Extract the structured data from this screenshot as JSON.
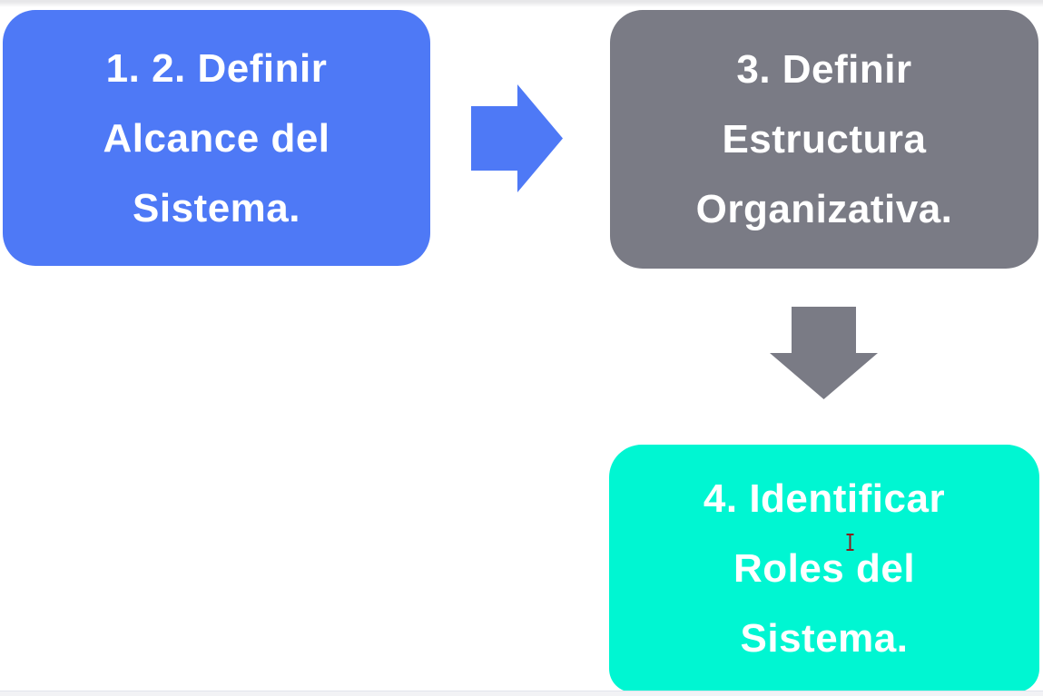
{
  "canvas": {
    "background": "#ffffff",
    "top_edge_color": "#e7e7e9",
    "bottom_strip_color": "#f2f2f5"
  },
  "diagram": {
    "steps": [
      {
        "label": "1. 2. Definir Alcance del Sistema.",
        "lines": [
          "1. 2. Definir",
          "Alcance del",
          "Sistema."
        ],
        "fill": "#4e79f6",
        "text_color": "#ffffff"
      },
      {
        "label": "3. Definir Estructura Organizativa.",
        "lines": [
          "3. Definir",
          "Estructura",
          "Organizativa."
        ],
        "fill": "#7a7b85",
        "text_color": "#ffffff"
      },
      {
        "label": "4. Identificar Roles del Sistema.",
        "lines": [
          "4. Identificar",
          "Roles del",
          "Sistema."
        ],
        "fill": "#00f6d2",
        "text_color": "#ffffff"
      }
    ],
    "connectors": [
      {
        "name": "arrow-right",
        "fill": "#4e79f6"
      },
      {
        "name": "arrow-down",
        "fill": "#7a7b85"
      }
    ],
    "cursor": {
      "name": "text-ibeam",
      "color": "#8b1f1f"
    }
  }
}
